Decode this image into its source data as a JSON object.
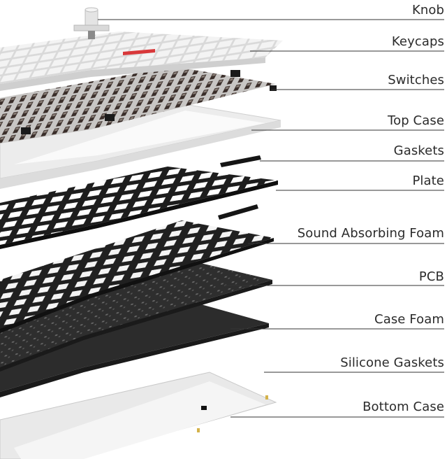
{
  "labels": {
    "knob": "Knob",
    "keycaps": "Keycaps",
    "switches": "Switches",
    "top_case": "Top Case",
    "gaskets": "Gaskets",
    "plate": "Plate",
    "sound_absorbing_foam": "Sound Absorbing Foam",
    "pcb": "PCB",
    "case_foam": "Case Foam",
    "silicone_gaskets": "Silicone Gaskets",
    "bottom_case": "Bottom Case"
  },
  "colors": {
    "background": "#ffffff",
    "leader_line": "#333333",
    "label_text": "#2b2b2b",
    "case_white": "#eeeeee",
    "plate_black": "#1d1d1d",
    "foam_dark": "#3a3a3a",
    "pcb_dark": "#2a2a2a",
    "keycap_accent": "#d8383a"
  }
}
